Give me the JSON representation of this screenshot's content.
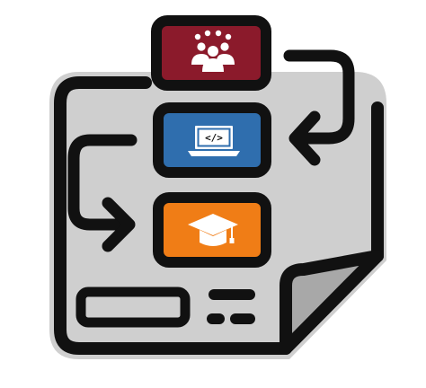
{
  "diagram": {
    "nodes": [
      {
        "id": "people",
        "icon": "people-group-icon",
        "fill": "#8b1a2b"
      },
      {
        "id": "code",
        "icon": "laptop-code-icon",
        "fill": "#2f6eae",
        "symbol": "</>"
      },
      {
        "id": "education",
        "icon": "graduation-cap-icon",
        "fill": "#f07d16"
      }
    ],
    "edges": [
      {
        "from": "people",
        "to": "code",
        "icon": "arrow-right-to-left-icon"
      },
      {
        "from": "code",
        "to": "education",
        "icon": "arrow-left-to-right-icon"
      }
    ]
  },
  "colors": {
    "outline": "#111111",
    "paper": "#cfcfcf",
    "paper_fold": "#a8a8a8",
    "panel_icon": "#ffffff"
  }
}
